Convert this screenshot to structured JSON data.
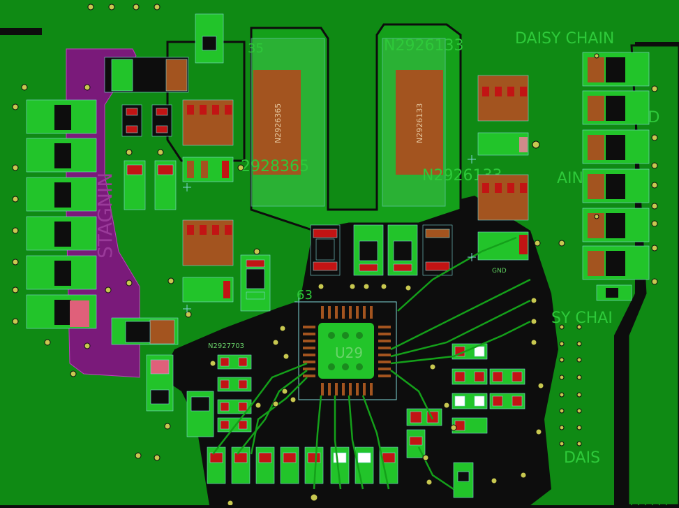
{
  "board": {
    "colors": {
      "background": "#0d0d0d",
      "copper_pour": "#0f8a14",
      "trace": "#14a01a",
      "pad": "#9c4a1a",
      "pad_light": "#b85c28",
      "pad_red": "#c21414",
      "pad_green": "#22c42a",
      "highlight": "#25d23a",
      "silk": "#8fd18f",
      "via": "#c8c850",
      "magenta": "#7a1a7a",
      "outline": "#7fd7d7",
      "net_text": "#5fcf5f"
    }
  },
  "net_labels": {
    "daisy_chain_top": "DAISY CHAIN",
    "daisy_chain_mid": "SY CHAI",
    "daisy_chain_bot": "DAIS",
    "chain_right": "AIN",
    "gnd_right": "GND",
    "net_n2926133_top": "N2926133",
    "net_n2926133_mid": "N2926133",
    "net_n2928365": "2928365",
    "net_n2927703": "N2927703",
    "net_35": "35",
    "net_63": "63",
    "stagnin_vertical": "STAGNIN"
  },
  "components": {
    "inductor_left_label": "N2926365",
    "inductor_right_label": "N2926133",
    "ic_label": "U29",
    "fet_label": "N2926133",
    "pad_gnd_small": "GND"
  }
}
